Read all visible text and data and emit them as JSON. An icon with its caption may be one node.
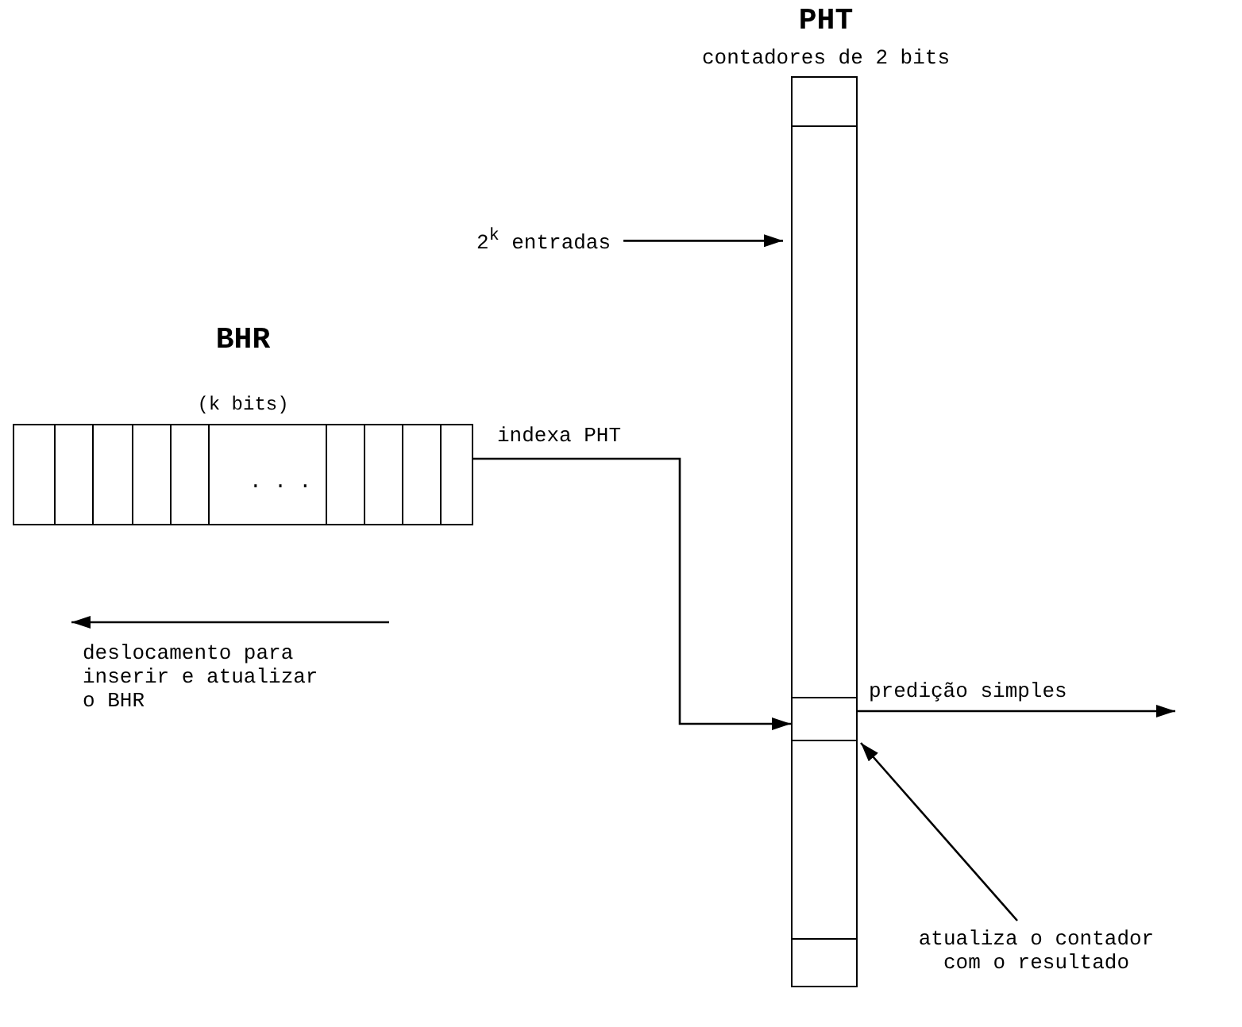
{
  "diagram": {
    "nodes": [
      {
        "text": [
          "BHR",
          "(k bits)"
        ]
      },
      {
        "text": [
          "PHT",
          "contadores de 2 bits"
        ]
      },
      {
        "text": [],
        "shape": "box",
        "in": 1
      },
      {
        "text": [
          "2$^{k}$ entradas"
        ]
      },
      {
        "text": [
          "atualiza o contador com o resultado"
        ]
      }
    ],
    "edges": [
      {
        "from": 0,
        "to": 2,
        "arrow": "to",
        "label": "indexa PHT"
      },
      {
        "from": 3,
        "to": 1,
        "arrow": "to"
      },
      {
        "from": 2,
        "to": null,
        "arrow": "to",
        "label": "predição simples"
      },
      {
        "from": 4,
        "to": 2,
        "arrow": "to"
      }
    ],
    "labels": [
      ". . .",
      "deslocamento para inserir e atualizar o BHR"
    ]
  }
}
